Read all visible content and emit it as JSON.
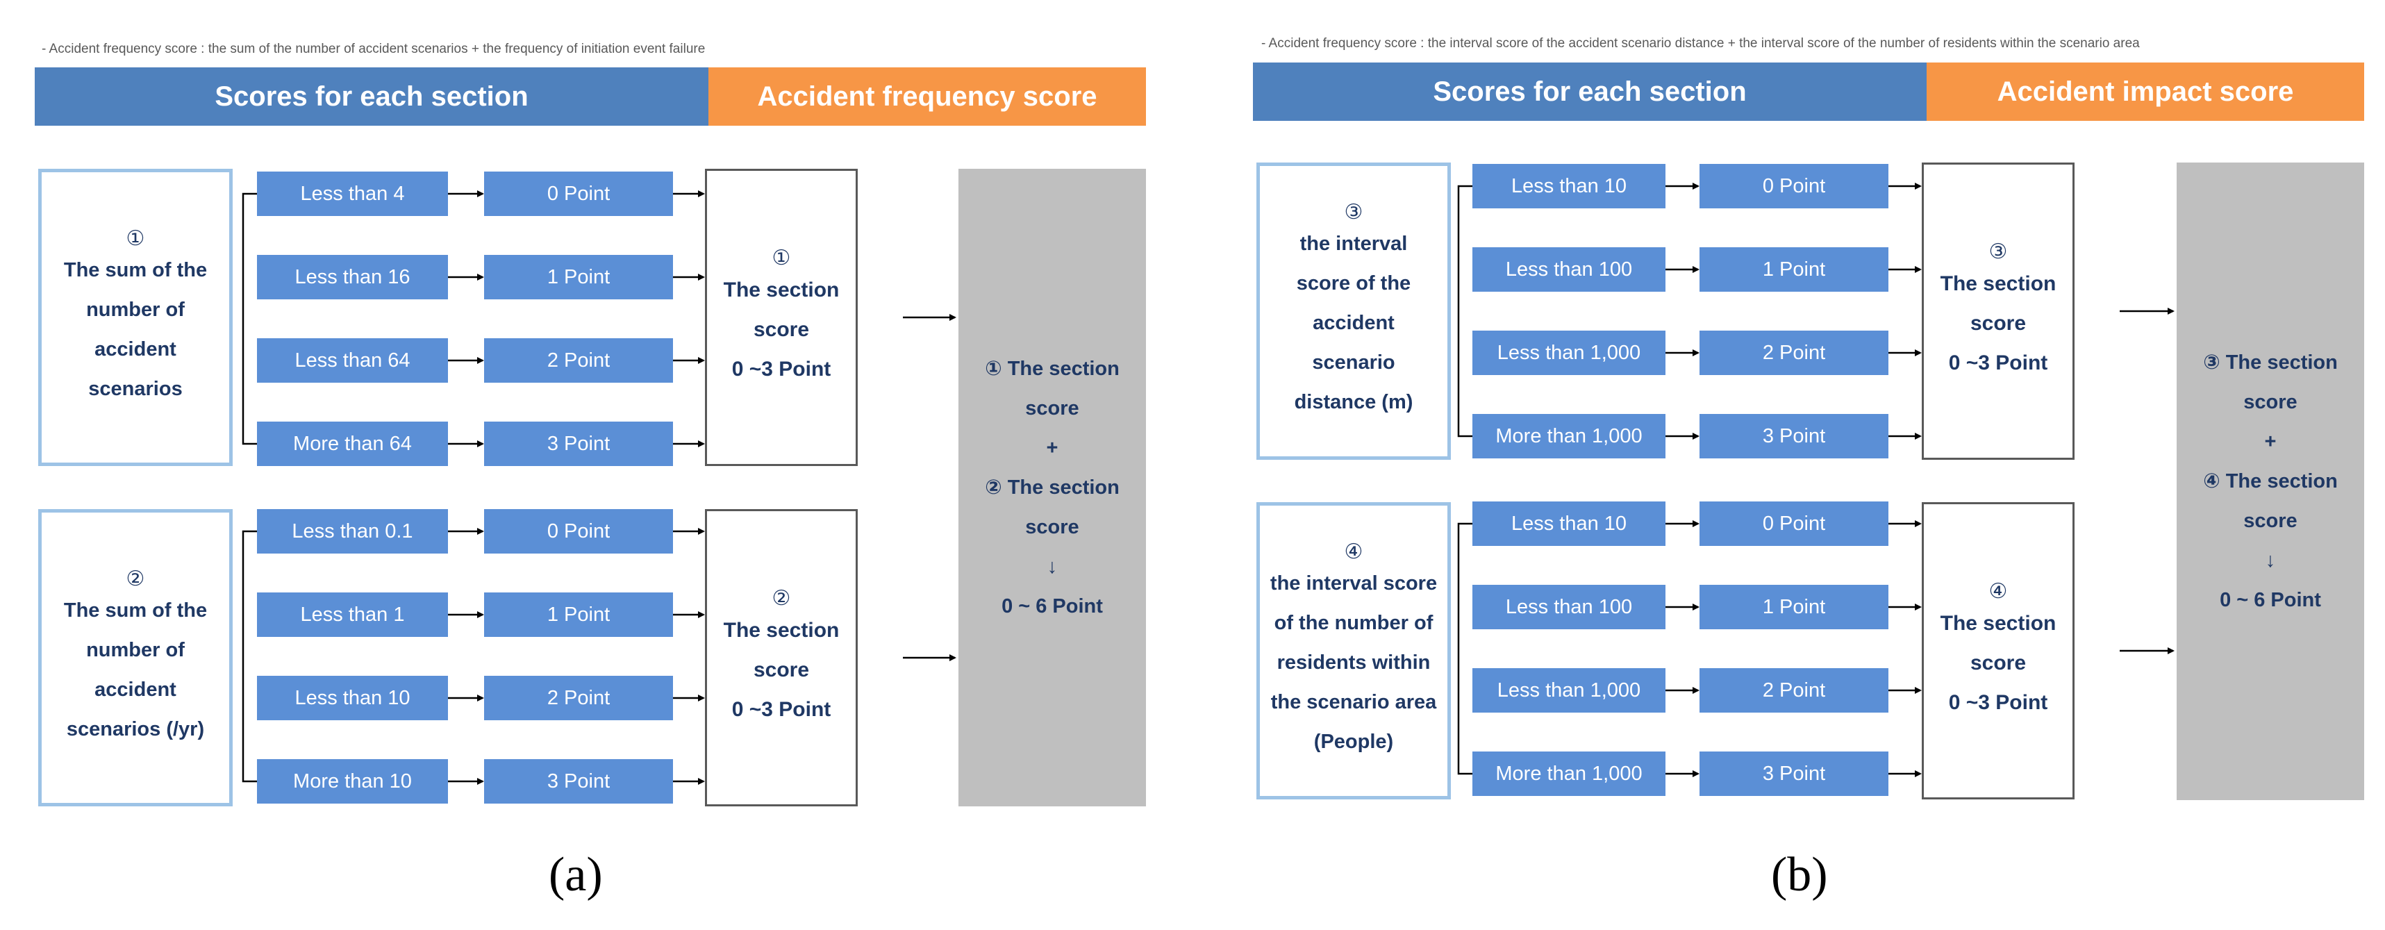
{
  "panels": [
    {
      "subfigure_label": "(a)",
      "caption": "- Accident frequency score : the sum of the number of accident scenarios + the frequency of initiation event failure",
      "header_left": "Scores for each section",
      "header_right": "Accident frequency score",
      "groups": [
        {
          "marker": "①",
          "label": "The sum of the\nnumber of\naccident\nscenarios",
          "ranges": [
            "Less than 4",
            "Less than 16",
            "Less than 64",
            "More than 64"
          ],
          "points": [
            "0 Point",
            "1 Point",
            "2 Point",
            "3 Point"
          ],
          "section_marker": "①",
          "section_text": "The section\nscore\n0 ~3 Point"
        },
        {
          "marker": "②",
          "label": "The sum of the\nnumber of\naccident\nscenarios (/yr)",
          "ranges": [
            "Less than 0.1",
            "Less than 1",
            "Less than 10",
            "More than 10"
          ],
          "points": [
            "0 Point",
            "1 Point",
            "2 Point",
            "3 Point"
          ],
          "section_marker": "②",
          "section_text": "The section\nscore\n0 ~3 Point"
        }
      ],
      "total": [
        "① The section",
        "score",
        "+",
        "② The section",
        "score",
        "↓",
        "0 ~ 6 Point"
      ]
    },
    {
      "subfigure_label": "(b)",
      "caption": "- Accident frequency score : the interval score of the accident scenario distance + the interval score of the number of residents within the scenario area",
      "header_left": "Scores for each section",
      "header_right": "Accident impact score",
      "groups": [
        {
          "marker": "③",
          "label": "the interval\nscore of the\naccident\nscenario\ndistance (m)",
          "ranges": [
            "Less than 10",
            "Less than 100",
            "Less than 1,000",
            "More than 1,000"
          ],
          "points": [
            "0 Point",
            "1 Point",
            "2 Point",
            "3 Point"
          ],
          "section_marker": "③",
          "section_text": "The section\nscore\n0 ~3 Point"
        },
        {
          "marker": "④",
          "label": "the interval score\nof the number of\nresidents within\nthe scenario area\n(People)",
          "ranges": [
            "Less than 10",
            "Less than 100",
            "Less than 1,000",
            "More than 1,000"
          ],
          "points": [
            "0 Point",
            "1 Point",
            "2 Point",
            "3 Point"
          ],
          "section_marker": "④",
          "section_text": "The section\nscore\n0 ~3 Point"
        }
      ],
      "total": [
        "③ The section",
        "score",
        "+",
        "④ The section",
        "score",
        "↓",
        "0 ~ 6 Point"
      ]
    }
  ]
}
